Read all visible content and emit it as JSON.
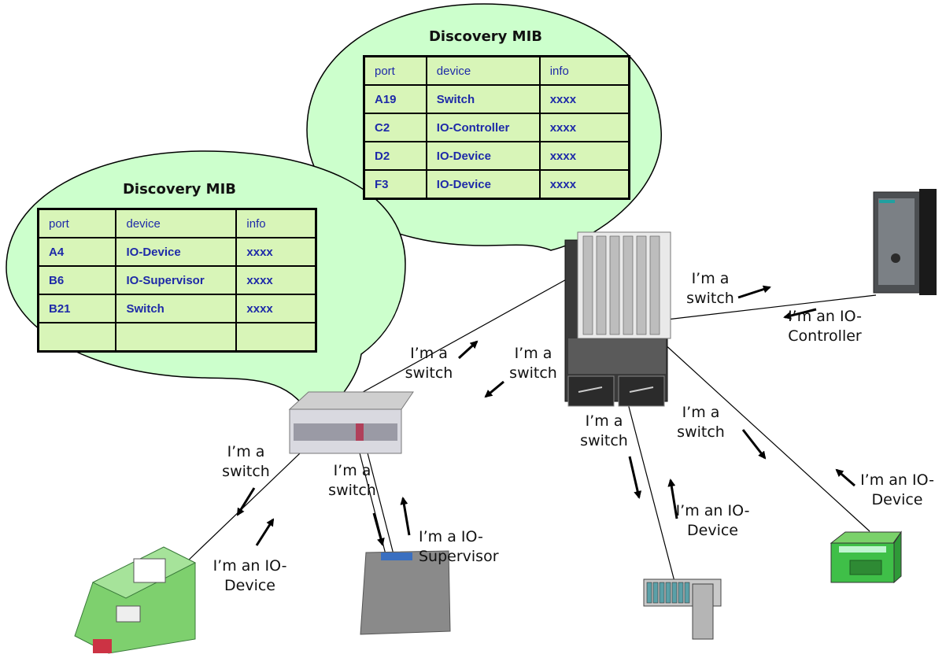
{
  "mib_upper": {
    "title": "Discovery MIB",
    "headers": [
      "port",
      "device",
      "info"
    ],
    "rows": [
      [
        "A19",
        "Switch",
        "xxxx"
      ],
      [
        "C2",
        "IO-Controller",
        "xxxx"
      ],
      [
        "D2",
        "IO-Device",
        "xxxx"
      ],
      [
        "F3",
        "IO-Device",
        "xxxx"
      ]
    ]
  },
  "mib_lower": {
    "title": "Discovery MIB",
    "headers": [
      "port",
      "device",
      "info"
    ],
    "rows": [
      [
        "A4",
        "IO-Device",
        "xxxx"
      ],
      [
        "B6",
        "IO-Supervisor",
        "xxxx"
      ],
      [
        "B21",
        "Switch",
        "xxxx"
      ],
      [
        "",
        "",
        ""
      ]
    ]
  },
  "messages": {
    "switch_to_main_a": "I’m a switch",
    "main_to_switch_a": "I’m a switch",
    "main_to_controller": "I’m a switch",
    "controller_reply": "I’m an IO-Controller",
    "main_to_device_mid": "I’m a switch",
    "device_mid_reply": "I’m an IO-Device",
    "main_to_device_right": "I’m a switch",
    "device_right_reply": "I’m an IO-Device",
    "switch_to_device_left": "I’m a switch",
    "device_left_reply": "I’m an IO-Device",
    "switch_to_supervisor": "I’m a switch",
    "supervisor_reply": "I’m a IO-Supervisor"
  },
  "colors": {
    "bubble_fill": "#ccffcc",
    "table_fill": "#d8f5b8",
    "table_text": "#1e2aa8",
    "device_green": "#33b84a"
  }
}
